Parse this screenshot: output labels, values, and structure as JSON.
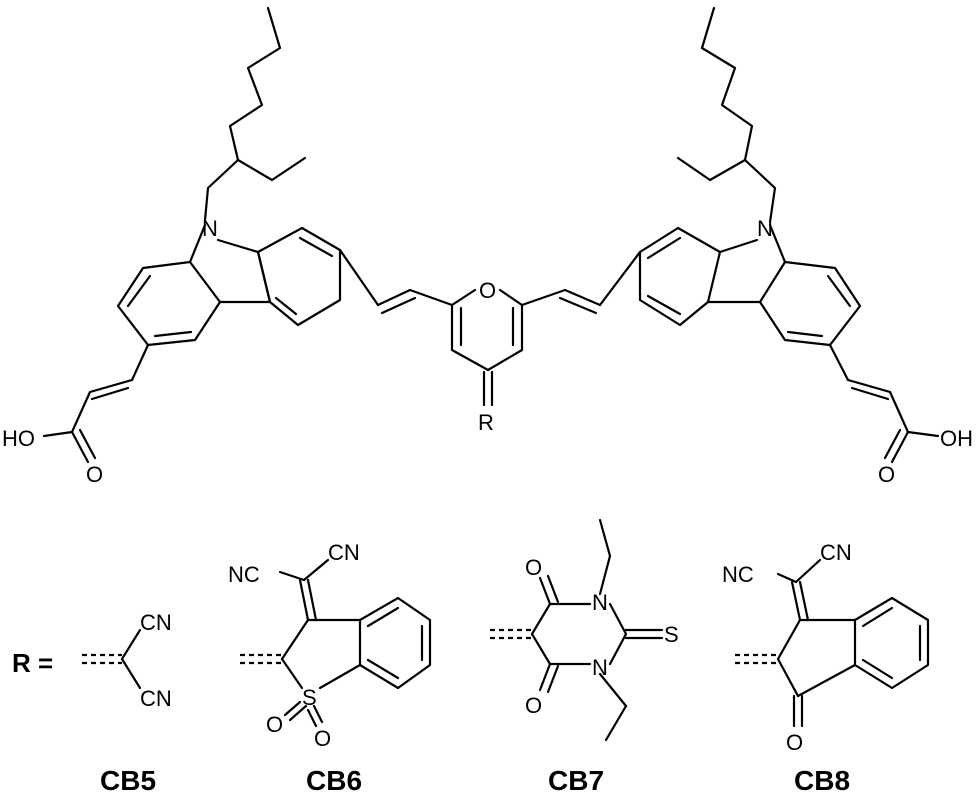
{
  "main_structure": {
    "heteroatom_N": "N",
    "pyran_O": "O",
    "acid_HO": "HO",
    "acid_OH": "OH",
    "acid_O": "O",
    "substituent": "R"
  },
  "r_definition": "R =",
  "variants": [
    {
      "name": "CB5",
      "atoms": [
        "CN",
        "CN"
      ]
    },
    {
      "name": "CB6",
      "atoms": [
        "NC",
        "CN",
        "S",
        "O",
        "O"
      ]
    },
    {
      "name": "CB7",
      "atoms": [
        "O",
        "N",
        "S",
        "N",
        "O"
      ]
    },
    {
      "name": "CB8",
      "atoms": [
        "NC",
        "CN",
        "O"
      ]
    }
  ]
}
